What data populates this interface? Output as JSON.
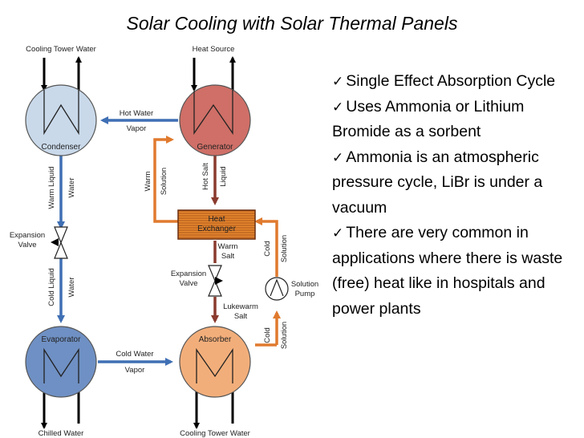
{
  "title": "Solar Cooling with Solar Thermal Panels",
  "components": {
    "condenser": "Condenser",
    "generator": "Generator",
    "evaporator": "Evaporator",
    "absorber": "Absorber",
    "heat_exchanger": [
      "Heat",
      "Exchanger"
    ],
    "expansion_valve_left": [
      "Expansion",
      "Valve"
    ],
    "expansion_valve_right": [
      "Expansion",
      "Valve"
    ],
    "solution_pump": [
      "Solution",
      "Pump"
    ]
  },
  "flows": {
    "cooling_tower_water_top": "Cooling Tower Water",
    "heat_source": "Heat Source",
    "chilled_water": "Chilled Water",
    "cooling_tower_water_bottom": "Cooling Tower Water",
    "hot_water_vapor": [
      "Hot Water",
      "Vapor"
    ],
    "cold_water_vapor": [
      "Cold Water",
      "Vapor"
    ],
    "warm_liquid_water": [
      "Warm Liquid",
      "Water"
    ],
    "cold_liquid_water": [
      "Cold Liquid",
      "Water"
    ],
    "warm_solution": [
      "Warm",
      "Solution"
    ],
    "hot_salt_liquid": [
      "Hot Salt",
      "Liquid"
    ],
    "warm_salt": [
      "Warm",
      "Salt"
    ],
    "lukewarm_salt": [
      "Lukewarm",
      "Salt"
    ],
    "cold_solution_upper": [
      "Cold",
      "Solution"
    ],
    "cold_solution_lower": [
      "Cold",
      "Solution"
    ]
  },
  "bullets": [
    "Single Effect Absorption Cycle",
    "Uses Ammonia or Lithium Bromide as a sorbent",
    "Ammonia is an atmospheric pressure cycle, LiBr is under a vacuum",
    "There are very common in applications where there is waste (free) heat like in hospitals and power plants"
  ],
  "colors": {
    "condenser": "#c9d9ea",
    "generator": "#cf6f67",
    "evaporator": "#6f90c4",
    "absorber": "#f2ae7a",
    "blue_line": "#3f6fb4",
    "orange_line": "#e07a2e",
    "brown_line": "#8a3a2e"
  }
}
